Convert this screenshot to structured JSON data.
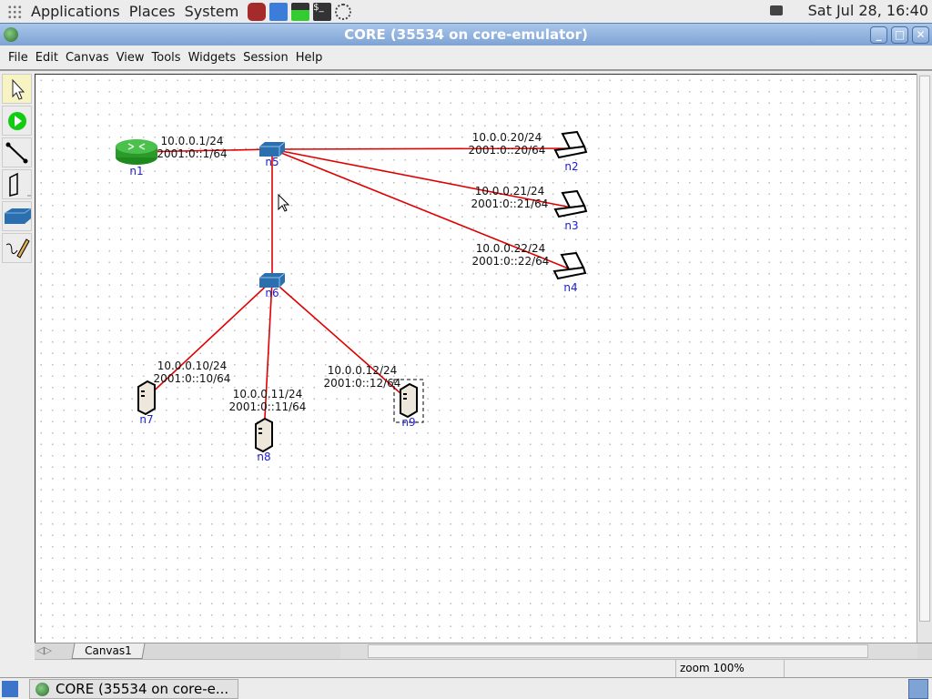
{
  "topbar": {
    "menus": [
      "Applications",
      "Places",
      "System"
    ],
    "clock": "Sat Jul 28, 16:40"
  },
  "window": {
    "title": "CORE (35534 on core-emulator)"
  },
  "menubar": [
    "File",
    "Edit",
    "Canvas",
    "View",
    "Tools",
    "Widgets",
    "Session",
    "Help"
  ],
  "toolbar": [
    {
      "icon": "selection-pointer-icon",
      "selected": true
    },
    {
      "icon": "start-session-icon"
    },
    {
      "icon": "link-tool-icon"
    },
    {
      "icon": "host-node-icon"
    },
    {
      "icon": "switch-node-icon"
    },
    {
      "icon": "annotation-pencil-icon"
    }
  ],
  "colors": {
    "link": "#e00000",
    "node_label": "#2020d0",
    "accent": "#7ea3d4"
  },
  "nodes": [
    {
      "name": "n1",
      "type": "router"
    },
    {
      "name": "n2",
      "type": "laptop"
    },
    {
      "name": "n3",
      "type": "laptop"
    },
    {
      "name": "n4",
      "type": "laptop"
    },
    {
      "name": "n5",
      "type": "switch"
    },
    {
      "name": "n6",
      "type": "switch"
    },
    {
      "name": "n7",
      "type": "server"
    },
    {
      "name": "n8",
      "type": "server"
    },
    {
      "name": "n9",
      "type": "server",
      "selected": true
    }
  ],
  "links": [
    {
      "from": "n1",
      "to": "n5",
      "ipv4": "10.0.0.1/24",
      "ipv6": "2001:0::1/64"
    },
    {
      "from": "n5",
      "to": "n2",
      "ipv4": "10.0.0.20/24",
      "ipv6": "2001:0::20/64"
    },
    {
      "from": "n5",
      "to": "n3",
      "ipv4": "10.0.0.21/24",
      "ipv6": "2001:0::21/64"
    },
    {
      "from": "n5",
      "to": "n4",
      "ipv4": "10.0.0.22/24",
      "ipv6": "2001:0::22/64"
    },
    {
      "from": "n5",
      "to": "n6",
      "ipv4": "",
      "ipv6": ""
    },
    {
      "from": "n6",
      "to": "n7",
      "ipv4": "10.0.0.10/24",
      "ipv6": "2001:0::10/64"
    },
    {
      "from": "n6",
      "to": "n8",
      "ipv4": "10.0.0.11/24",
      "ipv6": "2001:0::11/64"
    },
    {
      "from": "n6",
      "to": "n9",
      "ipv4": "10.0.0.12/24",
      "ipv6": "2001:0::12/64"
    }
  ],
  "canvas_tab": "Canvas1",
  "status": {
    "zoom": "zoom 100%"
  },
  "taskbar": {
    "task": "CORE (35534 on core-e..."
  }
}
